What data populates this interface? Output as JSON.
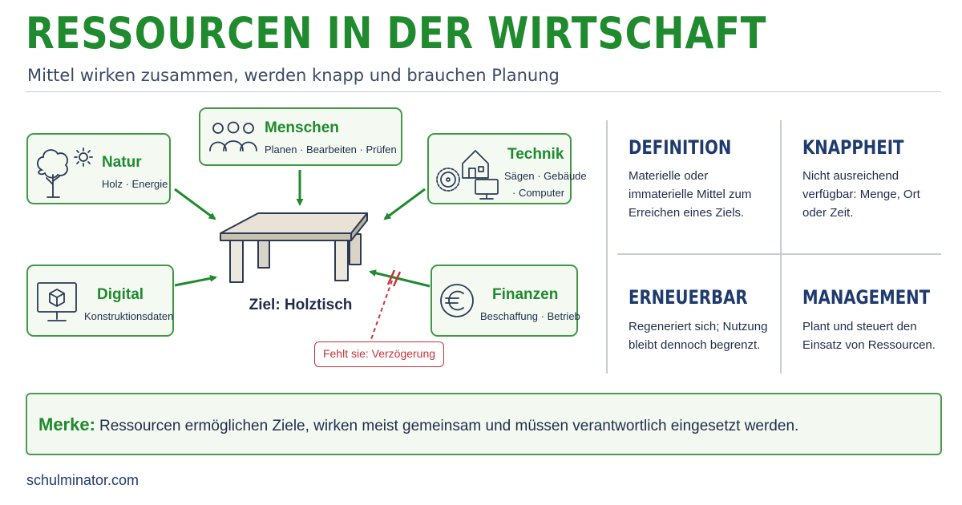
{
  "title": "RESSOURCEN IN DER WIRTSCHAFT",
  "subtitle": "Mittel wirken zusammen, werden knapp und brauchen Planung",
  "diagram": {
    "natur": {
      "title": "Natur",
      "sub": "Holz · Energie",
      "icon": "tree-sun-icon"
    },
    "menschen": {
      "title": "Menschen",
      "sub": "Planen · Bearbeiten · Prüfen",
      "icon": "people-icon"
    },
    "technik": {
      "title": "Technik",
      "sub1": "Sägen · Gebäude",
      "sub2": "· Computer",
      "icon": "saw-building-computer-icon"
    },
    "digital": {
      "title": "Digital",
      "sub": "Konstruktionsdaten",
      "icon": "monitor-cube-icon"
    },
    "finanzen": {
      "title": "Finanzen",
      "sub": "Beschaffung · Betrieb",
      "icon": "euro-icon"
    },
    "goal": "Ziel: Holztisch",
    "missing": "Fehlt sie: Verzögerung",
    "colors": {
      "green": "#1f8a2e",
      "red": "#c8333a",
      "navy": "#1f3b6e"
    }
  },
  "grid": {
    "definition": {
      "title": "DEFINITION",
      "text": "Materielle oder immaterielle Mittel zum Erreichen eines Ziels."
    },
    "knappheit": {
      "title": "KNAPPHEIT",
      "text": "Nicht ausreichend verfügbar: Menge, Ort oder Zeit."
    },
    "erneuerbar": {
      "title": "ERNEUERBAR",
      "text": "Regeneriert sich; Nutzung bleibt dennoch begrenzt."
    },
    "management": {
      "title": "MANAGEMENT",
      "text": "Plant und steuert den Einsatz von Ressourcen."
    }
  },
  "note": {
    "label": "Merke:",
    "text": "Ressourcen ermöglichen Ziele, wirken meist gemeinsam und müssen verantwortlich eingesetzt werden."
  },
  "footer": "schulminator.com"
}
